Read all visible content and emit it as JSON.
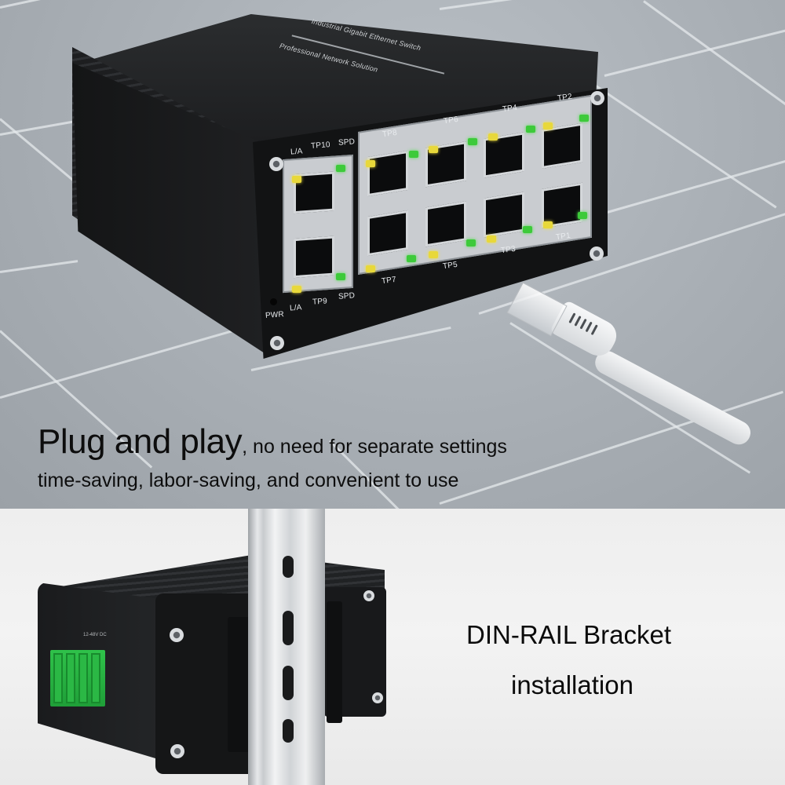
{
  "hero": {
    "device": {
      "top_label_line1": "Industrial Gigabit Ethernet Switch",
      "top_label_line2": "Professional Network Solution",
      "ports_top": [
        {
          "label": "TP10",
          "left_led": "L/A",
          "right_led": "SPD"
        },
        {
          "label": "TP8"
        },
        {
          "label": "TP6"
        },
        {
          "label": "TP4"
        },
        {
          "label": "TP2"
        }
      ],
      "ports_bottom": [
        {
          "label": "TP9",
          "left_led": "L/A",
          "right_led": "SPD"
        },
        {
          "label": "TP7"
        },
        {
          "label": "TP5"
        },
        {
          "label": "TP3"
        },
        {
          "label": "TP1"
        }
      ],
      "status_labels": {
        "pwr": "PWR",
        "la_top": "L/A",
        "spd_top": "SPD",
        "la_bottom": "L/A",
        "spd_bottom": "SPD"
      },
      "led_colors": {
        "link_activity": "#e8d83a",
        "speed": "#3dca3a"
      }
    },
    "headline_large": "Plug and play",
    "headline_small": ", no need for separate settings",
    "subline": "time-saving, labor-saving, and convenient to use"
  },
  "install": {
    "power_label": "12-48V DC",
    "title_line1": "DIN-RAIL Bracket",
    "title_line2": "installation"
  },
  "colors": {
    "top_bg": "#a7adb3",
    "bottom_bg": "#efefef",
    "device_body": "#1b1c1e",
    "terminal_green": "#2fc24a",
    "text": "#0d0d0d"
  }
}
